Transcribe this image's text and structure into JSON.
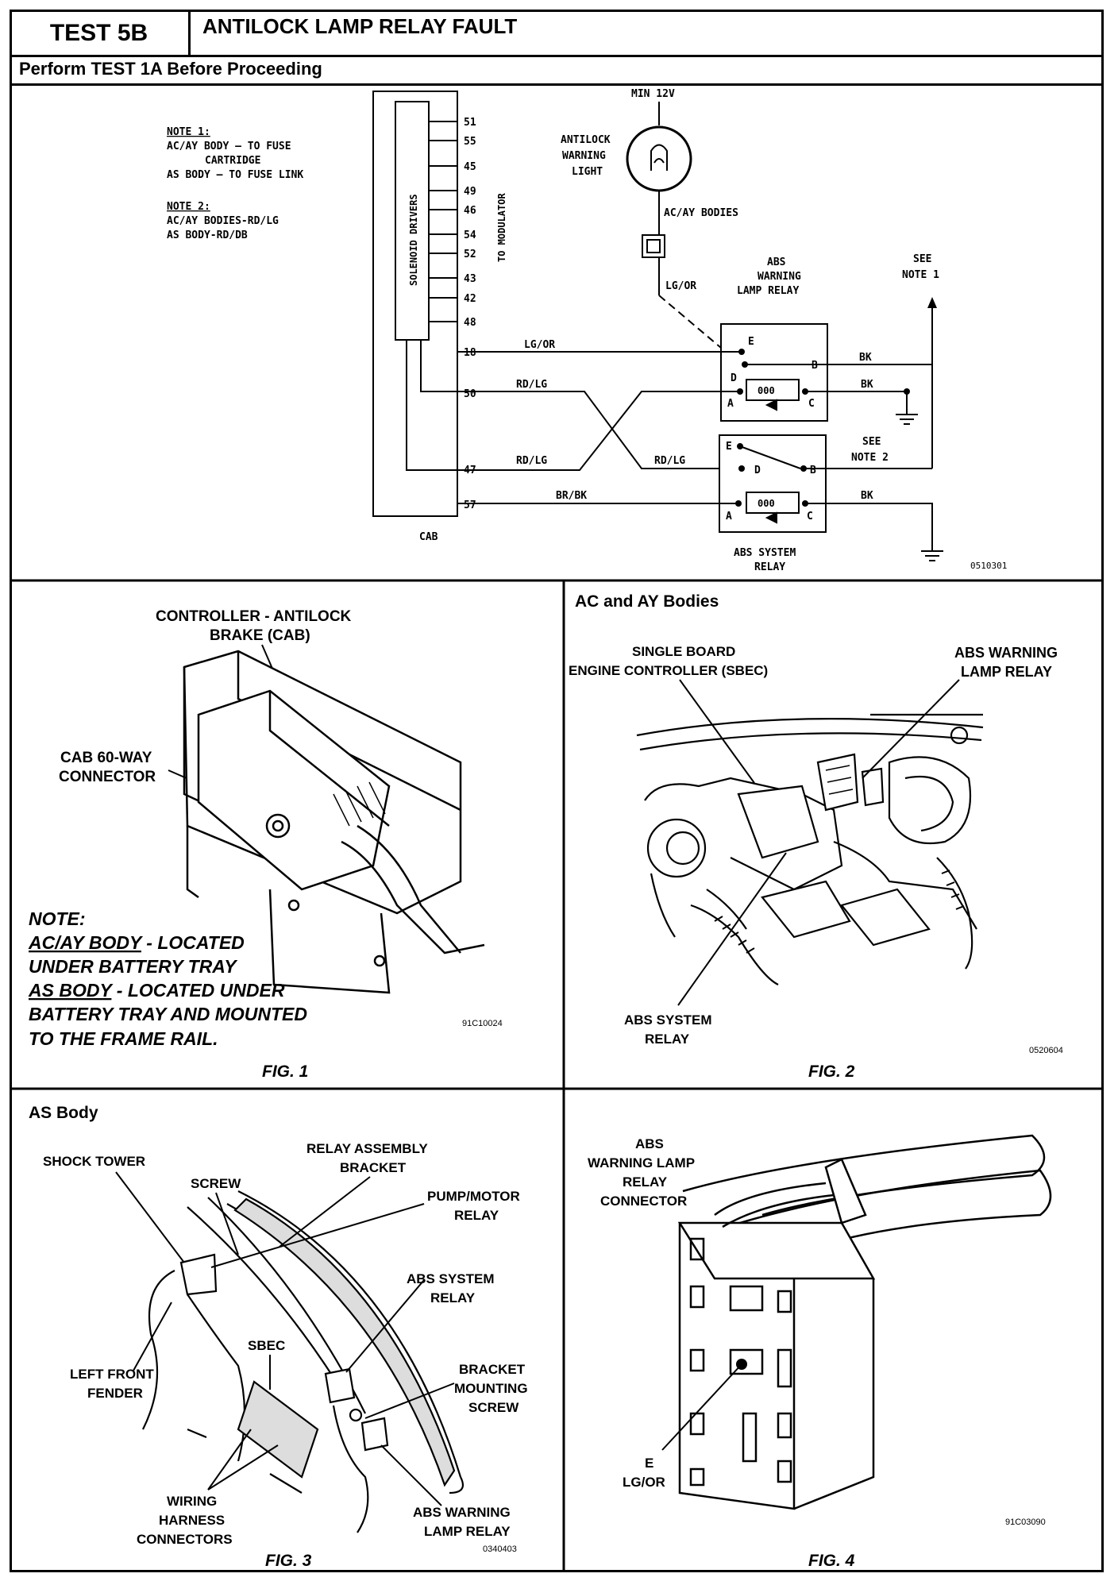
{
  "header": {
    "test_id": "TEST 5B",
    "title": "ANTILOCK LAMP RELAY FAULT",
    "precondition": "Perform TEST 1A Before Proceeding"
  },
  "schematic": {
    "notes": {
      "n1_title": "NOTE 1:",
      "n1_l1": "AC/AY BODY — TO FUSE",
      "n1_l2": "CARTRIDGE",
      "n1_l3": "AS BODY — TO FUSE LINK",
      "n2_title": "NOTE 2:",
      "n2_l1": "AC/AY BODIES-RD/LG",
      "n2_l2": "AS BODY-RD/DB"
    },
    "solenoid_drivers": "SOLENOID DRIVERS",
    "to_modulator": "TO MODULATOR",
    "cab": "CAB",
    "pins": [
      "51",
      "55",
      "45",
      "49",
      "46",
      "54",
      "52",
      "43",
      "42",
      "48",
      "18",
      "50",
      "47",
      "57"
    ],
    "min12v": "MIN 12V",
    "lamp_l1": "ANTILOCK",
    "lamp_l2": "WARNING",
    "lamp_l3": "LIGHT",
    "acay_bodies": "AC/AY BODIES",
    "lgor": "LG/OR",
    "wlr_l1": "ABS",
    "wlr_l2": "WARNING",
    "wlr_l3": "LAMP RELAY",
    "see_note1_l1": "SEE",
    "see_note1_l2": "NOTE 1",
    "see_note2_l1": "SEE",
    "see_note2_l2": "NOTE 2",
    "wire_lgor": "LG/OR",
    "wire_rdlg_upper": "RD/LG",
    "wire_rdlg_lower": "RD/LG",
    "wire_rdlg_mid": "RD/LG",
    "wire_brbk": "BR/BK",
    "wire_bk1": "BK",
    "wire_bk2": "BK",
    "wire_bk3": "BK",
    "term_e": "E",
    "term_b": "B",
    "term_d": "D",
    "term_a": "A",
    "term_c": "C",
    "sysrelay_l1": "ABS SYSTEM",
    "sysrelay_l2": "RELAY",
    "code": "0510301"
  },
  "fig1": {
    "controller_l1": "CONTROLLER - ANTILOCK",
    "controller_l2": "BRAKE (CAB)",
    "conn_l1": "CAB 60-WAY",
    "conn_l2": "CONNECTOR",
    "note_title": "NOTE:",
    "note_l1a": "AC/AY BODY",
    "note_l1b": " - LOCATED",
    "note_l2": "UNDER BATTERY TRAY",
    "note_l3a": "AS BODY",
    "note_l3b": " - LOCATED UNDER",
    "note_l4": "BATTERY TRAY AND MOUNTED",
    "note_l5": "TO THE FRAME RAIL.",
    "code": "91C10024",
    "caption": "FIG. 1"
  },
  "fig2": {
    "heading": "AC and AY Bodies",
    "sbec_l1": "SINGLE BOARD",
    "sbec_l2": "ENGINE CONTROLLER (SBEC)",
    "wlr_l1": "ABS WARNING",
    "wlr_l2": "LAMP RELAY",
    "sys_l1": "ABS SYSTEM",
    "sys_l2": "RELAY",
    "code": "0520604",
    "caption": "FIG. 2"
  },
  "fig3": {
    "heading": "AS Body",
    "shock_tower": "SHOCK TOWER",
    "screw": "SCREW",
    "rab_l1": "RELAY ASSEMBLY",
    "rab_l2": "BRACKET",
    "pump_l1": "PUMP/MOTOR",
    "pump_l2": "RELAY",
    "sys_l1": "ABS SYSTEM",
    "sys_l2": "RELAY",
    "lff_l1": "LEFT FRONT",
    "lff_l2": "FENDER",
    "sbec": "SBEC",
    "bms_l1": "BRACKET",
    "bms_l2": "MOUNTING",
    "bms_l3": "SCREW",
    "whc_l1": "WIRING",
    "whc_l2": "HARNESS",
    "whc_l3": "CONNECTORS",
    "wlr_l1": "ABS WARNING",
    "wlr_l2": "LAMP RELAY",
    "code": "0340403",
    "caption": "FIG. 3"
  },
  "fig4": {
    "conn_l1": "ABS",
    "conn_l2": "WARNING LAMP",
    "conn_l3": "RELAY",
    "conn_l4": "CONNECTOR",
    "e": "E",
    "lgor": "LG/OR",
    "code": "91C03090",
    "caption": "FIG. 4"
  }
}
